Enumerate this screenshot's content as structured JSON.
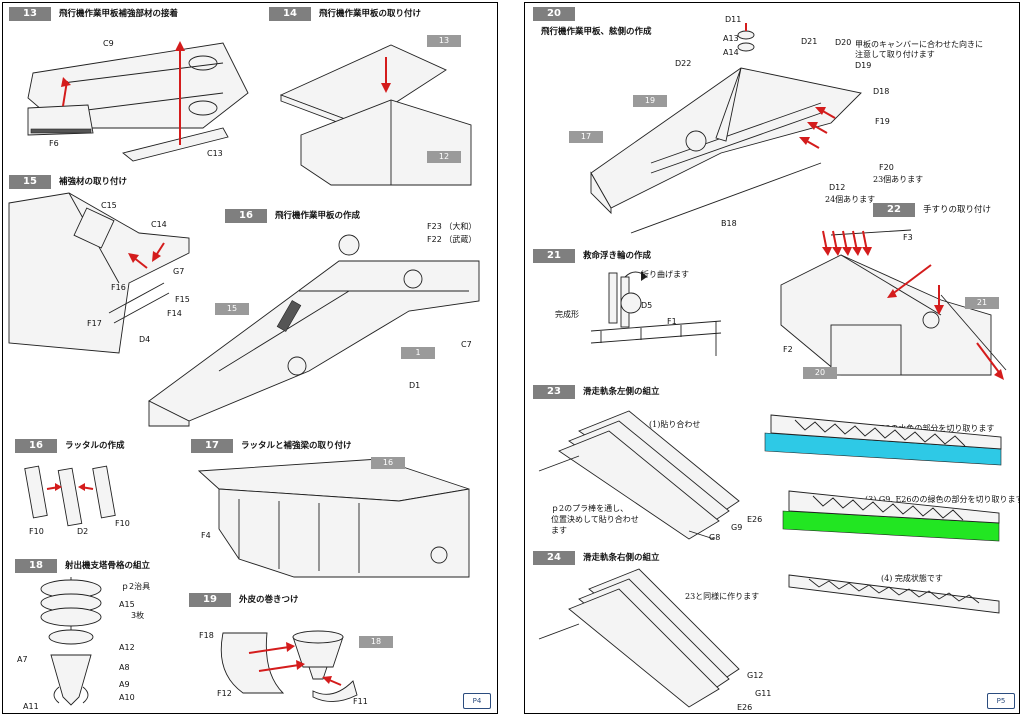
{
  "left_page": {
    "page_number": "P4",
    "steps": [
      {
        "num": "13",
        "title": "飛行機作業甲板補強部材の接着",
        "labels": [
          "C9",
          "F6",
          "C13"
        ]
      },
      {
        "num": "14",
        "title": "飛行機作業甲板の取り付け",
        "labels": [],
        "tags": [
          "13",
          "12"
        ]
      },
      {
        "num": "15",
        "title": "補強材の取り付け",
        "labels": [
          "C15",
          "C14",
          "G7",
          "F16",
          "F15",
          "F14",
          "F17",
          "D4"
        ]
      },
      {
        "num": "16",
        "title": "飛行機作業甲板の作成",
        "labels": [
          "F23 （大和）",
          "F22 （武蔵）",
          "C7",
          "D1"
        ],
        "tags": [
          "15",
          "1"
        ]
      },
      {
        "num": "16",
        "title": "ラッタルの作成",
        "labels": [
          "F10",
          "D2",
          "F10"
        ]
      },
      {
        "num": "17",
        "title": "ラッタルと補強梁の取り付け",
        "labels": [
          "F4"
        ],
        "tags": [
          "16"
        ]
      },
      {
        "num": "18",
        "title": "射出機支塔骨格の組立",
        "labels": [
          "ｐ2治具",
          "A15",
          "3枚",
          "A12",
          "A7",
          "A8",
          "A9",
          "A10",
          "A11"
        ]
      },
      {
        "num": "19",
        "title": "外皮の巻きつけ",
        "labels": [
          "F18",
          "F12",
          "F11"
        ],
        "tags": [
          "18"
        ]
      }
    ]
  },
  "right_page": {
    "page_number": "P5",
    "steps": [
      {
        "num": "20",
        "title": "飛行機作業甲板、舷側の作成",
        "labels": [
          "D11",
          "A13",
          "A14",
          "D21",
          "D20",
          "D22",
          "D19",
          "D18",
          "F19",
          "F20",
          "D12",
          "B18"
        ],
        "notes": [
          "甲板のキャンバーに合わせた向きに",
          "注意して取り付けます",
          "23個あります",
          "24個あります"
        ],
        "tags": [
          "19",
          "17"
        ]
      },
      {
        "num": "22",
        "title": "手すりの取り付け",
        "labels": [
          "F3",
          "F2"
        ],
        "tags": [
          "21",
          "20"
        ]
      },
      {
        "num": "21",
        "title": "救命浮き輪の作成",
        "labels": [
          "D5",
          "F1"
        ],
        "notes": [
          "折り曲げます",
          "完成形"
        ]
      },
      {
        "num": "23",
        "title": "滑走軌条左側の組立",
        "labels": [
          "E26",
          "G9",
          "G8"
        ],
        "notes": [
          "(1)貼り合わせ",
          "(2)  G8の水色の部分を切り取ります",
          "(3)  G9, E26のの緑色の部分を切り取ります",
          "(4)  完成状態です",
          "ｐ2のプラ棒を通し、",
          "位置決めして貼り合わせ",
          "ます"
        ]
      },
      {
        "num": "24",
        "title": "滑走軌条右側の組立",
        "labels": [
          "G12",
          "G11",
          "E26"
        ],
        "notes": [
          "23と同様に作ります"
        ]
      }
    ]
  },
  "colors": {
    "step_badge": "#7f7f7f",
    "arrow": "#d41c1c",
    "highlight_cyan": "#2ec9e6",
    "highlight_green": "#22e622"
  }
}
